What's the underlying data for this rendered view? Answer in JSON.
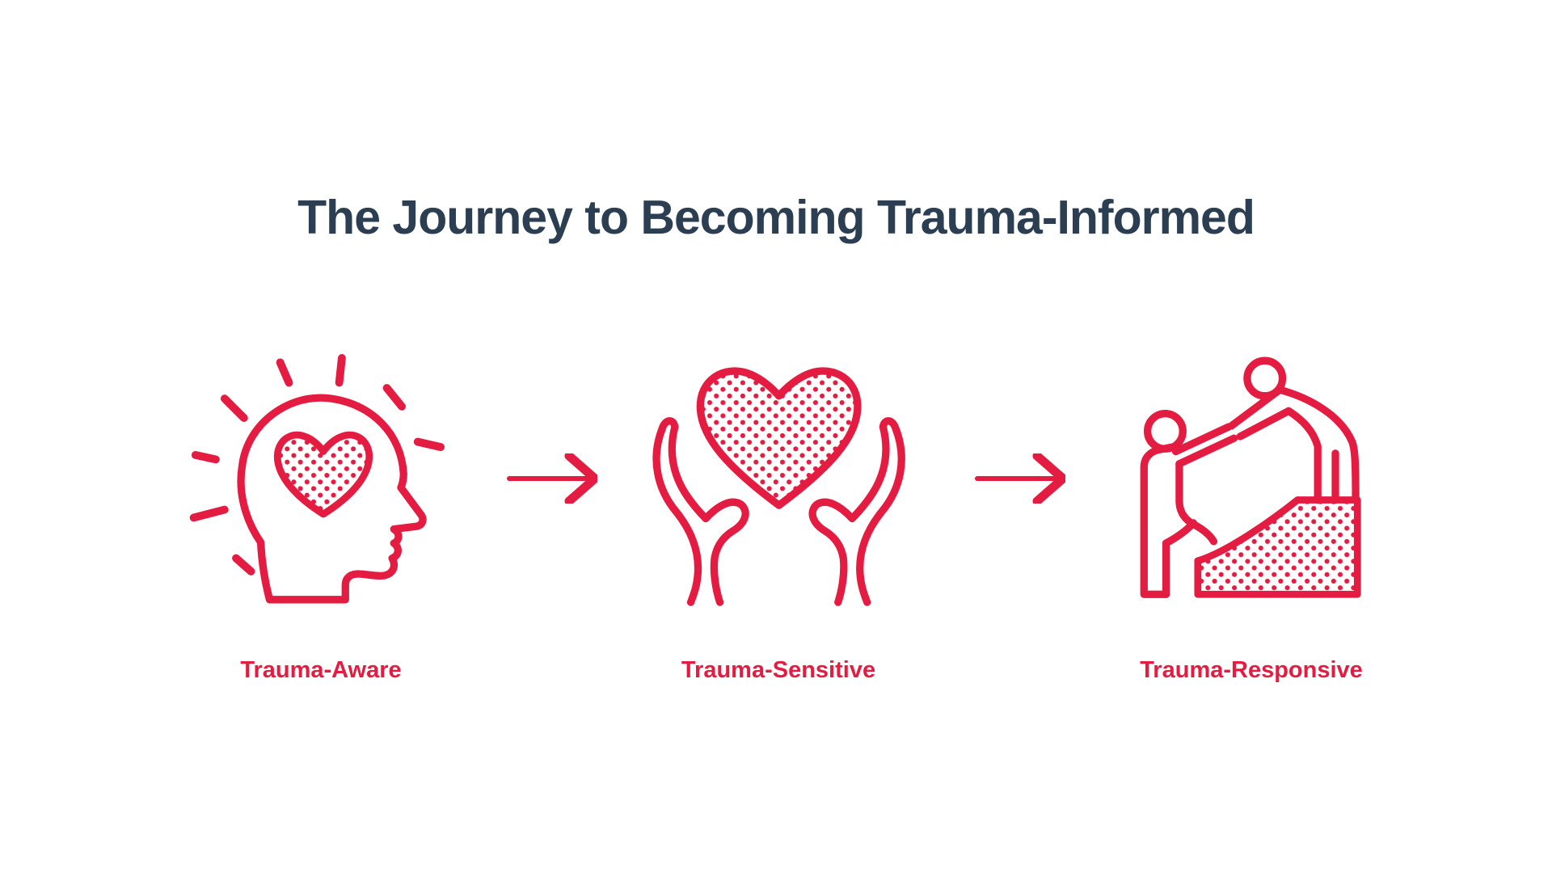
{
  "title": "The Journey to Becoming Trauma-Informed",
  "colors": {
    "accent_red": "#e41c41",
    "title_navy": "#2b3e52",
    "background": "#ffffff"
  },
  "stages": [
    {
      "label": "Trauma-Aware",
      "icon": "head-with-heart-and-rays-icon"
    },
    {
      "label": "Trauma-Sensitive",
      "icon": "hands-holding-heart-icon"
    },
    {
      "label": "Trauma-Responsive",
      "icon": "person-helping-another-climb-icon"
    }
  ],
  "connectors": {
    "type": "right-arrow",
    "count": 2
  }
}
